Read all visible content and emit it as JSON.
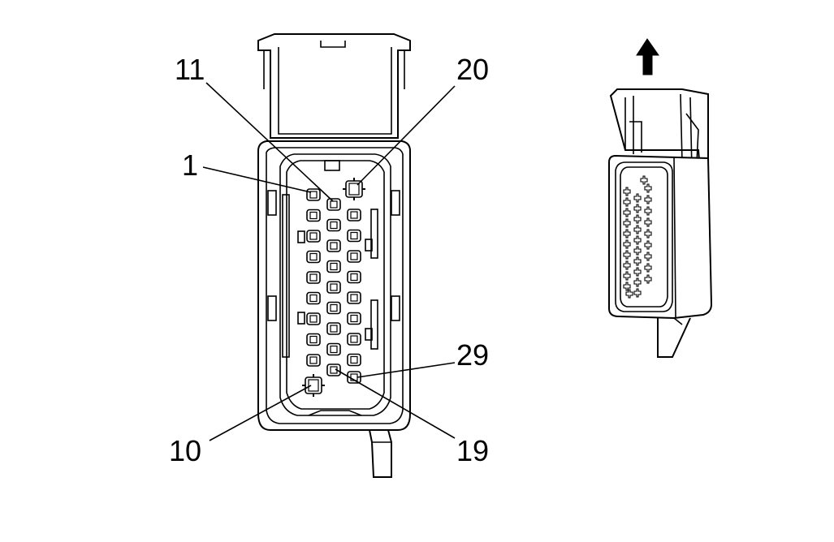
{
  "callouts": {
    "pin_1": "1",
    "pin_10": "10",
    "pin_11": "11",
    "pin_19": "19",
    "pin_20": "20",
    "pin_29": "29"
  },
  "colors": {
    "ink": "#000000",
    "background": "#ffffff"
  },
  "icons": {
    "arrow": "up-arrow-icon"
  }
}
